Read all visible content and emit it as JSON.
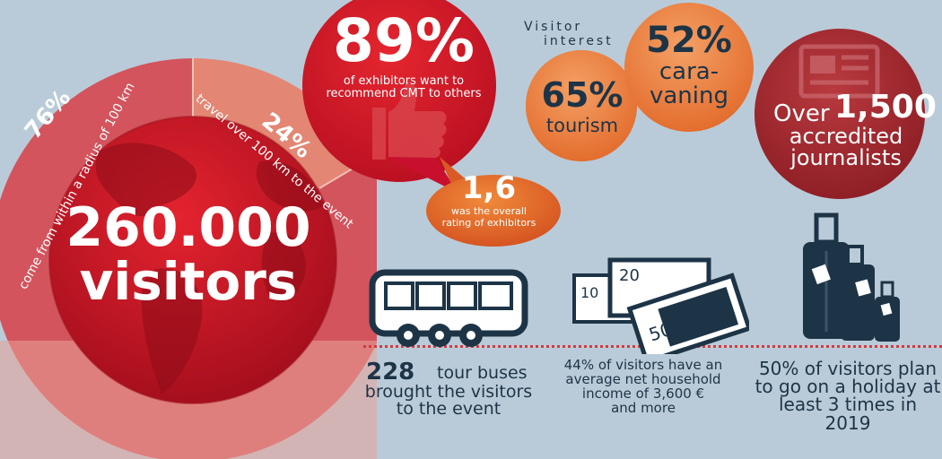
{
  "colors": {
    "background": "#b9cbd8",
    "red": "#c8102e",
    "salmon": "#e88073",
    "orange": "#ed8a45",
    "dark_red": "#9e1f27",
    "navy": "#1d3447",
    "dotted_line": "#d33a3f"
  },
  "visitors": {
    "total_number": "260.000",
    "total_label": "visitors",
    "local_pct": "76%",
    "local_text": "come from within a radius of 100 km",
    "far_pct": "24%",
    "far_text": "travel over 100 km to the event",
    "local_share": 0.76,
    "far_share": 0.24
  },
  "exhibitors": {
    "recommend_pct": "89%",
    "recommend_text_1": "of exhibitors want to",
    "recommend_text_2": "recommend CMT to others",
    "thumbs_up_icon": "thumbs-up-icon"
  },
  "rating": {
    "value": "1,6",
    "text_1": "was the overall",
    "text_2": "rating of exhibitors"
  },
  "interest": {
    "title_1": "Visitor",
    "title_2": "interest",
    "tourism_pct": "65%",
    "tourism_label": "tourism",
    "caravan_pct": "52%",
    "caravan_label_1": "cara-",
    "caravan_label_2": "vaning"
  },
  "journalists": {
    "prefix": "Over",
    "number": "1,500",
    "label_1": "accredited",
    "label_2": "journalists",
    "icon": "newspaper-icon"
  },
  "buses": {
    "icon": "bus-icon",
    "number": "228",
    "text_1": "tour buses",
    "text_2": "brought the visitors",
    "text_3": "to the event"
  },
  "income": {
    "icon": "banknotes-icon",
    "note_1": "10",
    "note_2": "20",
    "note_3": "50",
    "text_1": "44% of visitors have an",
    "text_2": "average net household",
    "text_3": "income of 3,600 €",
    "text_4": "and more"
  },
  "holiday": {
    "icon": "luggage-icon",
    "text_1": "50% of visitors plan",
    "text_2": "to go on a holiday at",
    "text_3": "least 3 times in 2019"
  }
}
